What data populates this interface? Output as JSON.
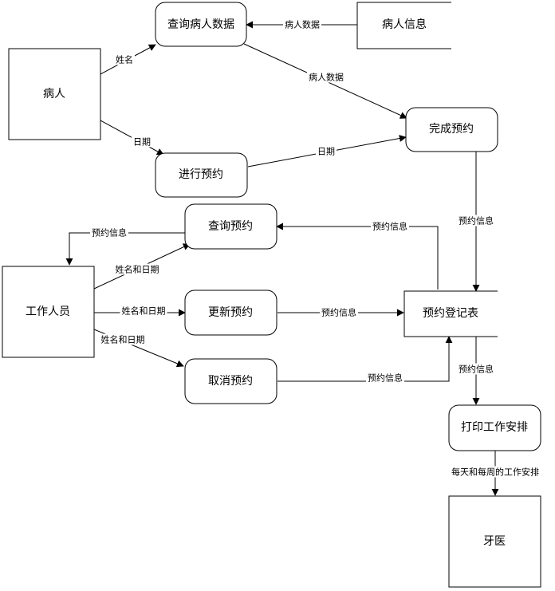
{
  "nodes": {
    "patient": "病人",
    "patient_info": "病人信息",
    "query_patient_data": "查询病人数据",
    "make_appointment": "进行预约",
    "complete_appointment": "完成预约",
    "query_appointment": "查询预约",
    "staff": "工作人员",
    "update_appointment": "更新预约",
    "cancel_appointment": "取消预约",
    "appointment_register": "预约登记表",
    "print_schedule": "打印工作安排",
    "dentist": "牙医"
  },
  "edges": {
    "patient_to_query_data": "姓名",
    "patient_info_to_query_data": "病人数据",
    "query_data_to_complete": "病人数据",
    "patient_to_make_appt": "日期",
    "make_appt_to_complete": "日期",
    "complete_to_register": "预约信息",
    "register_to_query_appt": "预约信息",
    "query_appt_to_staff": "预约信息",
    "staff_to_query_appt": "姓名和日期",
    "staff_to_update": "姓名和日期",
    "update_to_register": "预约信息",
    "staff_to_cancel": "姓名和日期",
    "cancel_to_register": "预约信息",
    "register_to_print": "预约信息",
    "print_to_dentist": "每天和每周的工作安排"
  },
  "colors": {
    "stroke": "#000000",
    "fill": "#ffffff",
    "text": "#000000",
    "label_bg": "#ffffff"
  }
}
